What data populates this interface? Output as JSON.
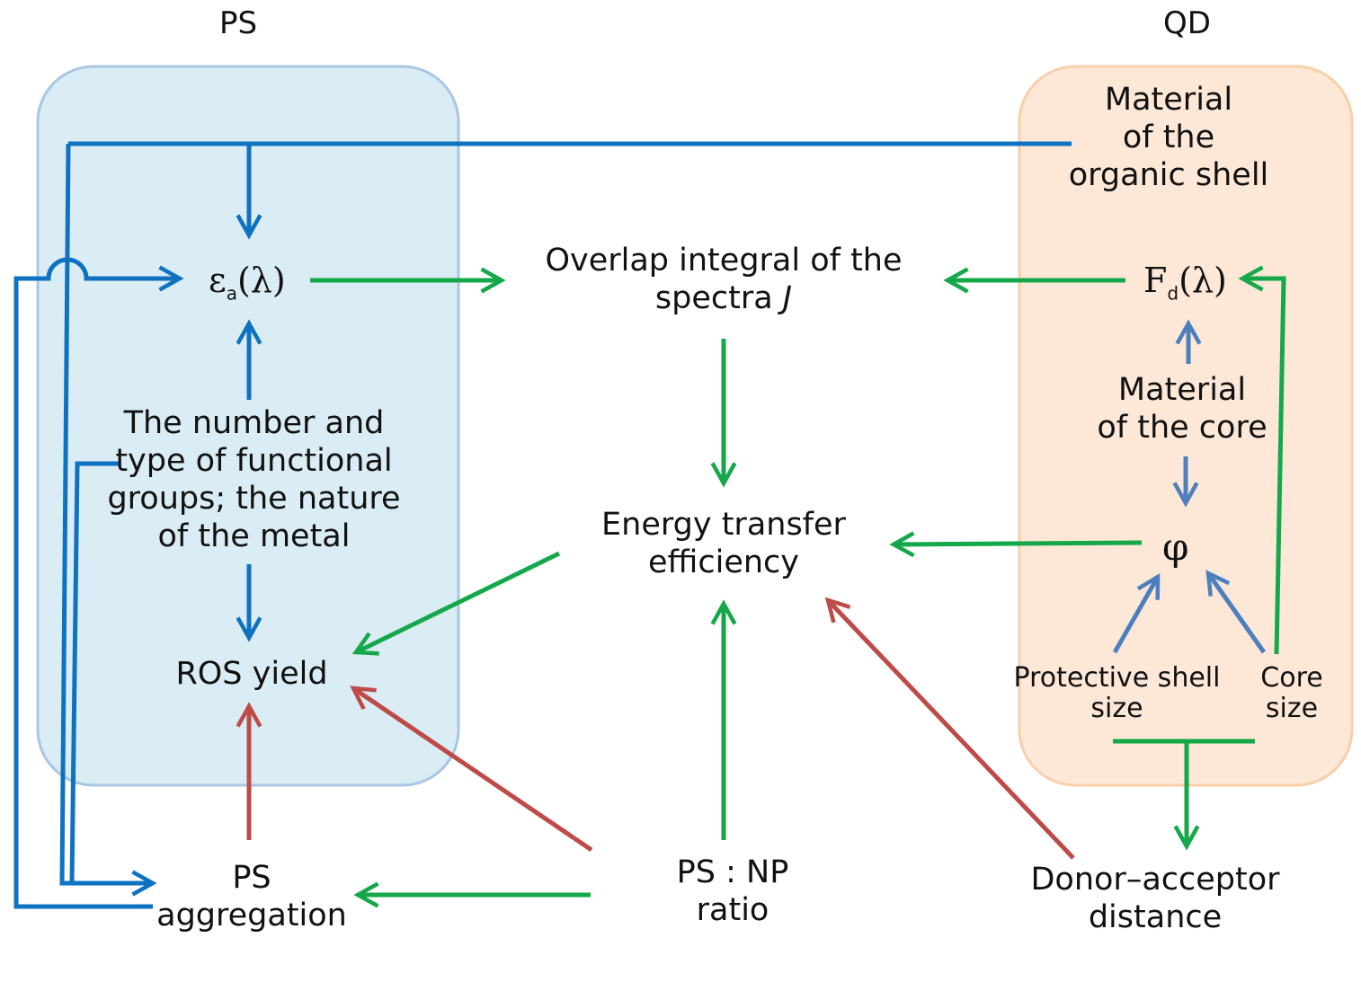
{
  "colors": {
    "ps_box_fill": "#daedf4",
    "ps_box_stroke": "#a9c6e4",
    "qd_box_fill": "#fde8d8",
    "qd_box_stroke": "#f8cfa9",
    "blue_arrow": "#0f72c0",
    "steel_arrow": "#4e7fbd",
    "green_arrow": "#14a84a",
    "red_arrow": "#be4b48"
  },
  "groups": {
    "ps": "PS",
    "qd": "QD"
  },
  "nodes": {
    "epsilon": {
      "symbol": "ε",
      "sub": "a",
      "arg": "(λ)"
    },
    "functional_groups": [
      "The number and",
      "type of functional",
      "groups; the nature",
      "of the metal"
    ],
    "ros_yield": "ROS yield",
    "ps_aggregation": [
      "PS",
      "aggregation"
    ],
    "overlap": [
      "Overlap integral of the",
      "spectra "
    ],
    "overlap_j": "J",
    "energy_transfer": [
      "Energy transfer",
      "efficiency"
    ],
    "ps_np_ratio": [
      "PS : NP",
      "ratio"
    ],
    "organic_shell": [
      "Material",
      "of the",
      "organic shell"
    ],
    "fd": {
      "symbol": "F",
      "sub": "d",
      "arg": "(λ)"
    },
    "core_material": [
      "Material",
      "of the core"
    ],
    "phi": "φ",
    "protective_shell": [
      "Protective shell",
      "size"
    ],
    "core_size": [
      "Core",
      "size"
    ],
    "donor_acceptor": [
      "Donor–acceptor",
      "distance"
    ]
  }
}
